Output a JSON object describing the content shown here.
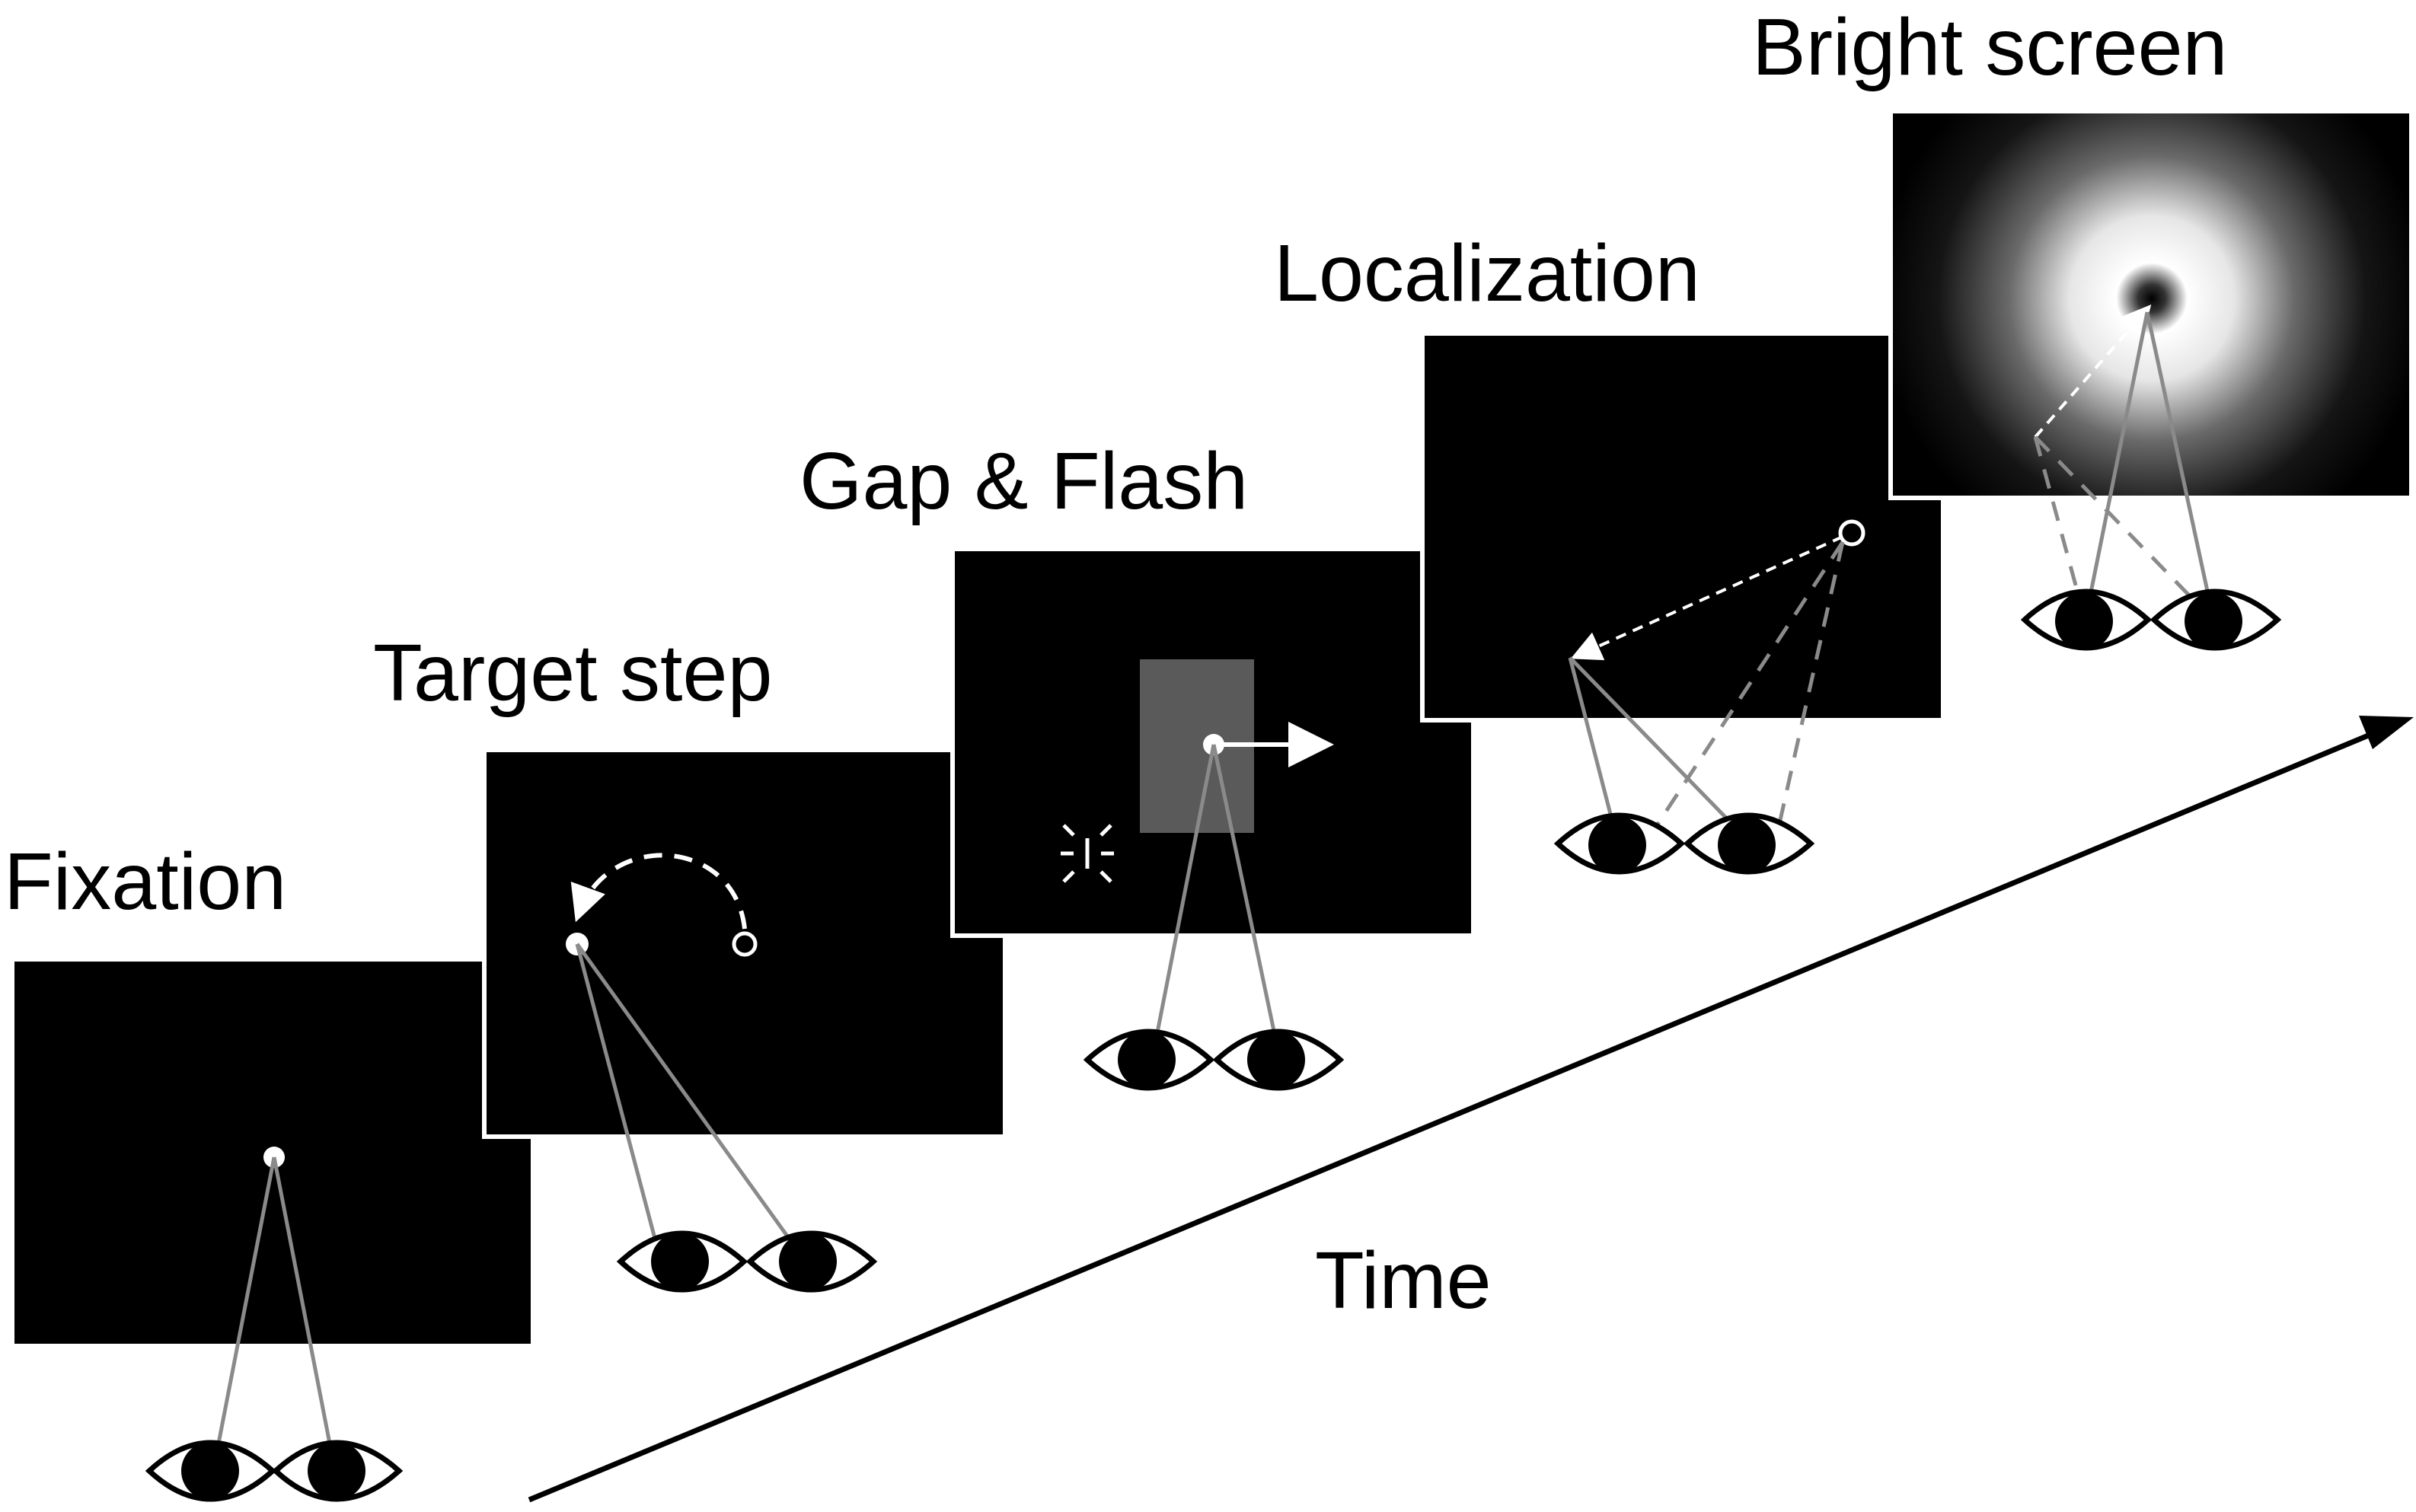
{
  "figure": {
    "stages": [
      {
        "id": "fixation",
        "label": "Fixation"
      },
      {
        "id": "target-step",
        "label": "Target step"
      },
      {
        "id": "gap-flash",
        "label": "Gap & Flash"
      },
      {
        "id": "localization",
        "label": "Localization"
      },
      {
        "id": "bright-screen",
        "label": "Bright screen"
      }
    ],
    "time_axis_label": "Time",
    "colors": {
      "background": "#ffffff",
      "screen": "#000000",
      "gaze_line": "#8a8a8a",
      "flash_patch": "#5a5a5a",
      "stimulus": "#ffffff"
    }
  }
}
